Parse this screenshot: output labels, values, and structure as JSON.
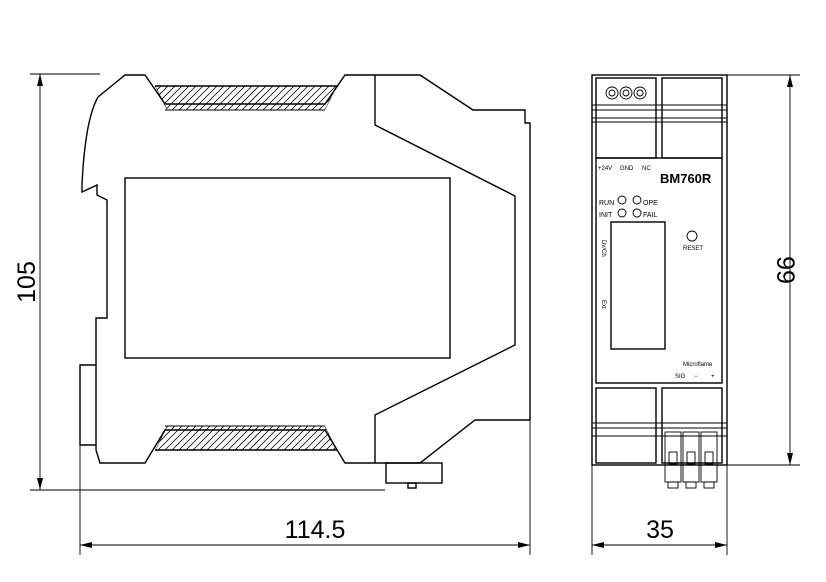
{
  "dimensions": {
    "height_side": "105",
    "width_side": "114.5",
    "width_front": "35",
    "height_front": "99"
  },
  "front_panel": {
    "model": "BM760R",
    "terminal_labels": [
      "+24V",
      "GND",
      "NC"
    ],
    "leds": [
      "RUN",
      "OPE",
      "INIT",
      "FAIL"
    ],
    "reset_label": "RESET",
    "side_labels": [
      "Dv/Ch",
      "Ext"
    ],
    "bottom_labels": [
      "Microflame",
      "SIG",
      "−",
      "+"
    ]
  }
}
